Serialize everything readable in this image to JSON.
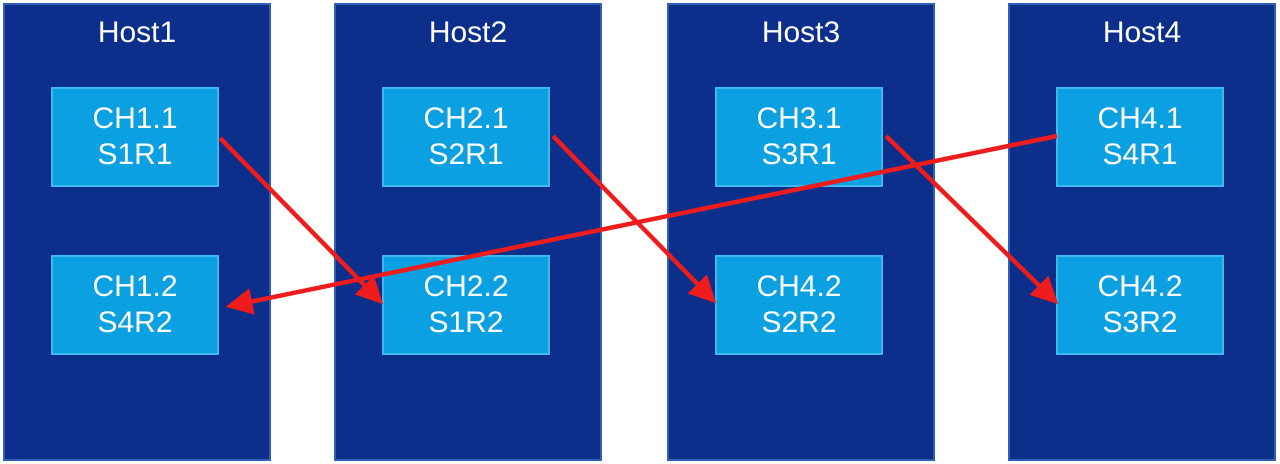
{
  "hosts": [
    {
      "title": "Host1",
      "chunks": [
        {
          "line1": "CH1.1",
          "line2": "S1R1"
        },
        {
          "line1": "CH1.2",
          "line2": "S4R2"
        }
      ]
    },
    {
      "title": "Host2",
      "chunks": [
        {
          "line1": "CH2.1",
          "line2": "S2R1"
        },
        {
          "line1": "CH2.2",
          "line2": "S1R2"
        }
      ]
    },
    {
      "title": "Host3",
      "chunks": [
        {
          "line1": "CH3.1",
          "line2": "S3R1"
        },
        {
          "line1": "CH4.2",
          "line2": "S2R2"
        }
      ]
    },
    {
      "title": "Host4",
      "chunks": [
        {
          "line1": "CH4.1",
          "line2": "S4R1"
        },
        {
          "line1": "CH4.2",
          "line2": "S3R2"
        }
      ]
    }
  ],
  "colors": {
    "host_bg": "#0b2f8a",
    "chunk_bg": "#0aa0e1",
    "arrow": "#ee1c1c",
    "text": "#ffffff"
  }
}
